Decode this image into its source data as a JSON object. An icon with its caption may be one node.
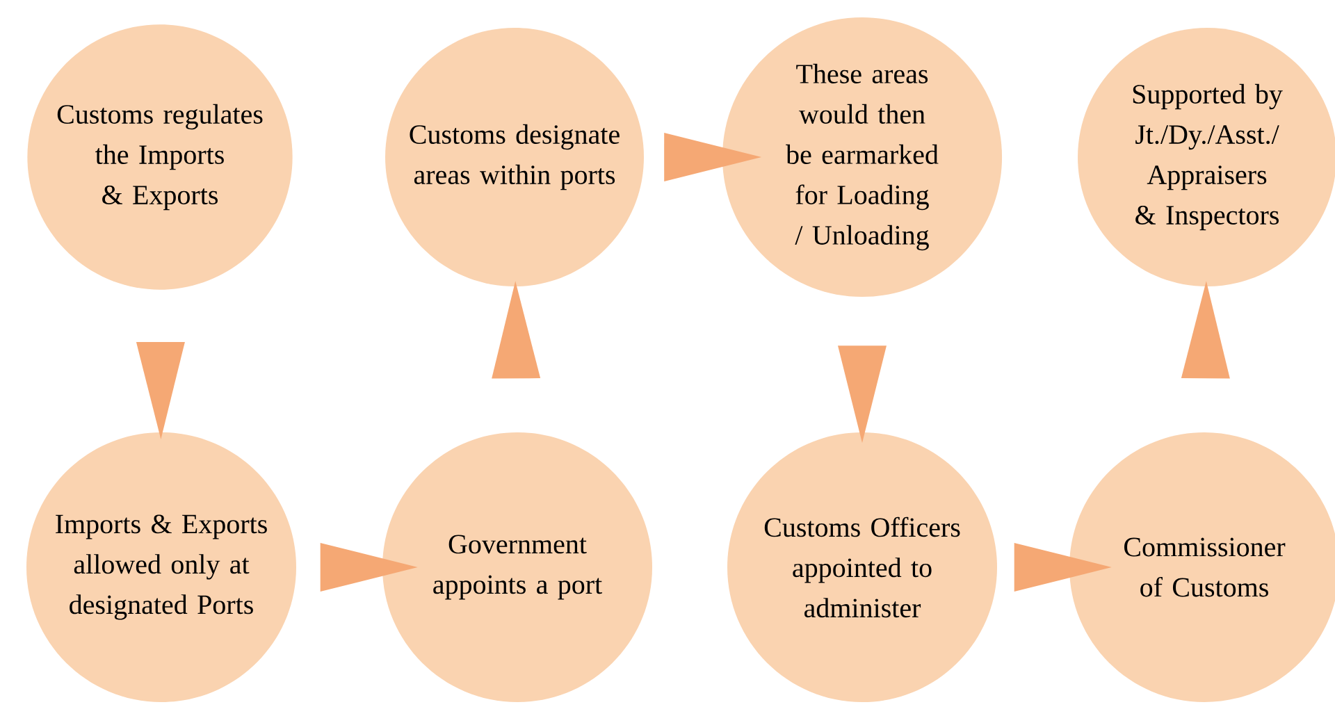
{
  "diagram": {
    "nodes": [
      {
        "text": [
          "Customs regulates the Imports & Exports"
        ]
      },
      {
        "text": [
          "Customs designate areas within ports"
        ]
      },
      {
        "text": [
          "These areas would then be earmarked for Loading / Unloading"
        ]
      },
      {
        "text": [
          "Supported by Jt./Dy./Asst./ Appraisers & Inspectors"
        ]
      },
      {
        "text": [
          "Imports & Exports allowed only at designated Ports"
        ]
      },
      {
        "text": [
          "Government appoints a port"
        ]
      },
      {
        "text": [
          "Customs Officers appointed to administer"
        ]
      },
      {
        "text": [
          "Commissioner of Customs"
        ]
      }
    ],
    "edges": [
      {
        "from": 0,
        "to": 4,
        "arrow": "to"
      },
      {
        "from": 4,
        "to": 5,
        "arrow": "to"
      },
      {
        "from": 5,
        "to": 1,
        "arrow": "to"
      },
      {
        "from": 1,
        "to": 2,
        "arrow": "to"
      },
      {
        "from": 2,
        "to": 6,
        "arrow": "to"
      },
      {
        "from": 6,
        "to": 7,
        "arrow": "to"
      },
      {
        "from": 7,
        "to": 3,
        "arrow": "to"
      }
    ]
  }
}
